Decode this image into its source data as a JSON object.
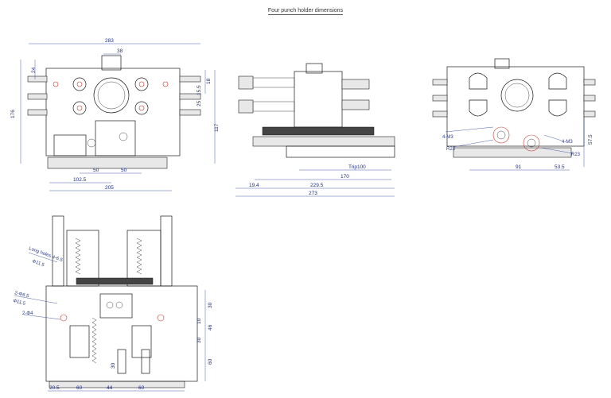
{
  "title": "Four punch holder dimensions",
  "front_view": {
    "dims": {
      "overall_width": "283",
      "top_center": "38",
      "left_height": "176",
      "top_offset": "24",
      "right_top": "18",
      "right_mid": "15.5",
      "right_small": "25",
      "right_height": "117",
      "half_left": "50",
      "half_right": "50",
      "half_base": "102.5",
      "base_width": "205"
    }
  },
  "side_view": {
    "dims": {
      "trip": "Trip100",
      "stroke": "170",
      "offset": "19.4",
      "mid_length": "229.5",
      "overall_length": "273"
    }
  },
  "top_view": {
    "dims": {
      "left_thread": "4-M3",
      "left_radius": "R23",
      "right_thread": "4-M3",
      "right_radius": "R23",
      "right_height": "57.5",
      "base_left": "91",
      "base_right": "53.5"
    }
  },
  "bottom_view": {
    "dims": {
      "label_a": "Φ11.5",
      "label_b": "2-Φ6.5",
      "label_c": "Φ11.5",
      "label_d": "2-Φ4",
      "label_e": "Long holes 4-6.5",
      "right_30": "30",
      "right_10": "10",
      "right_46": "46",
      "right_30b": "30",
      "right_60": "60",
      "inner_30": "30",
      "base_205": "20.5",
      "base_60a": "60",
      "base_44": "44",
      "base_60b": "60"
    }
  }
}
